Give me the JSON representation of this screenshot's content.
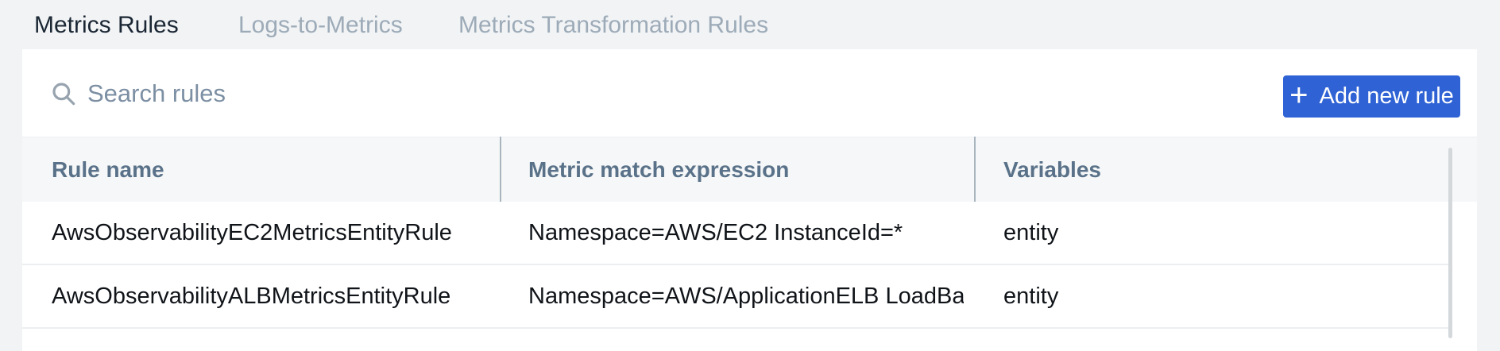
{
  "tabs": [
    {
      "label": "Metrics Rules",
      "active": true
    },
    {
      "label": "Logs-to-Metrics",
      "active": false
    },
    {
      "label": "Metrics Transformation Rules",
      "active": false
    }
  ],
  "search": {
    "placeholder": "Search rules",
    "value": ""
  },
  "toolbar": {
    "add_button_label": "Add new rule",
    "add_button_icon": "+"
  },
  "table": {
    "columns": [
      "Rule name",
      "Metric match expression",
      "Variables"
    ],
    "rows": [
      {
        "rule_name": "AwsObservabilityEC2MetricsEntityRule",
        "metric_match_expression": "Namespace=AWS/EC2 InstanceId=*",
        "variables": "entity"
      },
      {
        "rule_name": "AwsObservabilityALBMetricsEntityRule",
        "metric_match_expression": "Namespace=AWS/ApplicationELB LoadBalancer...",
        "variables": "entity"
      }
    ]
  },
  "icons": {
    "search": "magnifier",
    "plus": "+"
  },
  "colors": {
    "active_tab_underline": "#4d94d8",
    "add_button_blue": "#2f62d4",
    "header_text": "#5a7289",
    "inactive_tab_text": "#9dabb8",
    "page_background": "#f1f3f5"
  }
}
